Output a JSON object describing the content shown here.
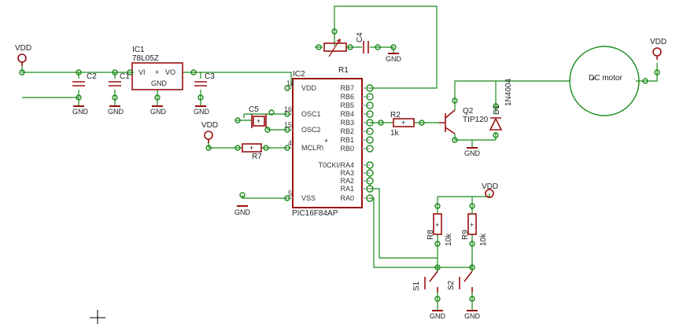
{
  "colors": {
    "wire": "#1a8a1a",
    "part": "#9a1010",
    "text": "#222222",
    "pin": "#999999",
    "bg": "#ffffff"
  },
  "supply": {
    "vdd": "VDD",
    "gnd": "GND"
  },
  "parts": {
    "ic1": {
      "name": "IC1",
      "value": "78L05Z",
      "pin_vi": "VI",
      "pin_vo": "VO",
      "pin_gnd": "GND"
    },
    "ic2": {
      "name": "IC2",
      "value": "PIC16F84AP",
      "left_pins": [
        "VDD",
        "OSC1",
        "OSC2",
        "MCLR\\",
        "VSS"
      ],
      "left_nums": [
        "14",
        "16",
        "15",
        "4",
        "5"
      ],
      "right_pins": [
        "RB7",
        "RB6",
        "RB5",
        "RB4",
        "RB3",
        "RB2",
        "RB1",
        "RB0",
        "T0CKI/RA4",
        "RA3",
        "RA2",
        "RA1",
        "RA0"
      ]
    },
    "c1": {
      "name": "C1"
    },
    "c2": {
      "name": "C2"
    },
    "c3": {
      "name": "C3"
    },
    "c4": {
      "name": "C4"
    },
    "c5": {
      "name": "C5"
    },
    "r1": {
      "name": "R1"
    },
    "r2": {
      "name": "R2",
      "value": "1k"
    },
    "r7": {
      "name": "R7"
    },
    "r8": {
      "name": "R8",
      "value": "10k"
    },
    "r9": {
      "name": "R9",
      "value": "10k"
    },
    "q2": {
      "name": "Q2",
      "value": "TIP120"
    },
    "d1": {
      "name": "D1",
      "value": "1N4004"
    },
    "motor": {
      "label": "DC motor"
    },
    "s1": {
      "name": "S1"
    },
    "s2": {
      "name": "S2"
    }
  }
}
